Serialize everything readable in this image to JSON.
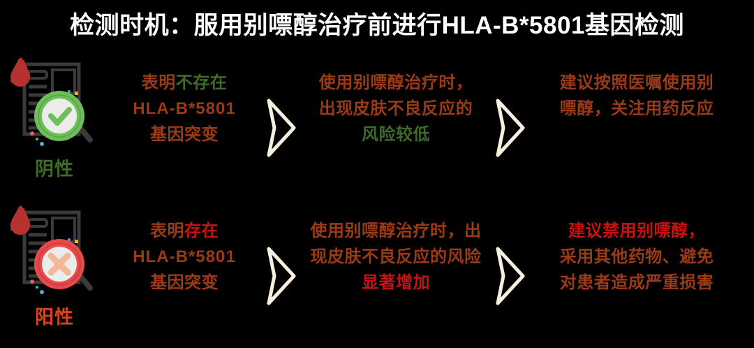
{
  "title": "检测时机：服用别嘌醇治疗前进行HLA-B*5801基因检测",
  "colors": {
    "background": "#000000",
    "title_text": "#ffffff",
    "brown": "#9b3a16",
    "green": "#3d6b28",
    "red": "#c81212",
    "label_negative": "#3d6b28",
    "label_positive": "#d9441a",
    "arrow": "#f7eedd",
    "document_outline": "#3a3a3a",
    "blood_drop": "#b53230",
    "lens_green": "#6dbf59",
    "lens_red": "#e8494a",
    "lens_fill": "#ececec",
    "check_green": "#6dbf59",
    "cross_peach": "#f5b896"
  },
  "rows": [
    {
      "result": "negative",
      "icon": {
        "name": "document-magnifier-check-icon",
        "label": "阴性"
      },
      "columns": [
        {
          "name": "finding",
          "lines": [
            [
              {
                "text": "表明",
                "color": "brown"
              },
              {
                "text": "不存在",
                "color": "green"
              }
            ],
            [
              {
                "text": "HLA-B*5801",
                "color": "brown"
              }
            ],
            [
              {
                "text": "基因突变",
                "color": "brown"
              }
            ]
          ]
        },
        {
          "name": "risk",
          "lines": [
            [
              {
                "text": "使用别嘌醇治疗时，",
                "color": "brown"
              }
            ],
            [
              {
                "text": "出现皮肤不良反应的",
                "color": "brown"
              }
            ],
            [
              {
                "text": "风险较低",
                "color": "green"
              }
            ]
          ]
        },
        {
          "name": "recommendation",
          "lines": [
            [
              {
                "text": "建议按照医嘱使用别",
                "color": "brown"
              }
            ],
            [
              {
                "text": "嘌醇，关注用药反应",
                "color": "brown"
              }
            ]
          ]
        }
      ]
    },
    {
      "result": "positive",
      "icon": {
        "name": "document-magnifier-cross-icon",
        "label": "阳性"
      },
      "columns": [
        {
          "name": "finding",
          "lines": [
            [
              {
                "text": "表明",
                "color": "brown"
              },
              {
                "text": "存在",
                "color": "red"
              }
            ],
            [
              {
                "text": "HLA-B*5801",
                "color": "brown"
              }
            ],
            [
              {
                "text": "基因突变",
                "color": "brown"
              }
            ]
          ]
        },
        {
          "name": "risk",
          "lines": [
            [
              {
                "text": "使用别嘌醇治疗时，出",
                "color": "brown"
              }
            ],
            [
              {
                "text": "现皮肤不良反应的风险",
                "color": "brown"
              }
            ],
            [
              {
                "text": "显著增加",
                "color": "red"
              }
            ]
          ]
        },
        {
          "name": "recommendation",
          "lines": [
            [
              {
                "text": "建议禁用别嘌醇，",
                "color": "red"
              }
            ],
            [
              {
                "text": "采用其他药物、避免",
                "color": "brown"
              }
            ],
            [
              {
                "text": "对患者造成严重损害",
                "color": "brown"
              }
            ]
          ]
        }
      ]
    }
  ],
  "arrow_icon_name": "chevron-right-arrow-icon"
}
